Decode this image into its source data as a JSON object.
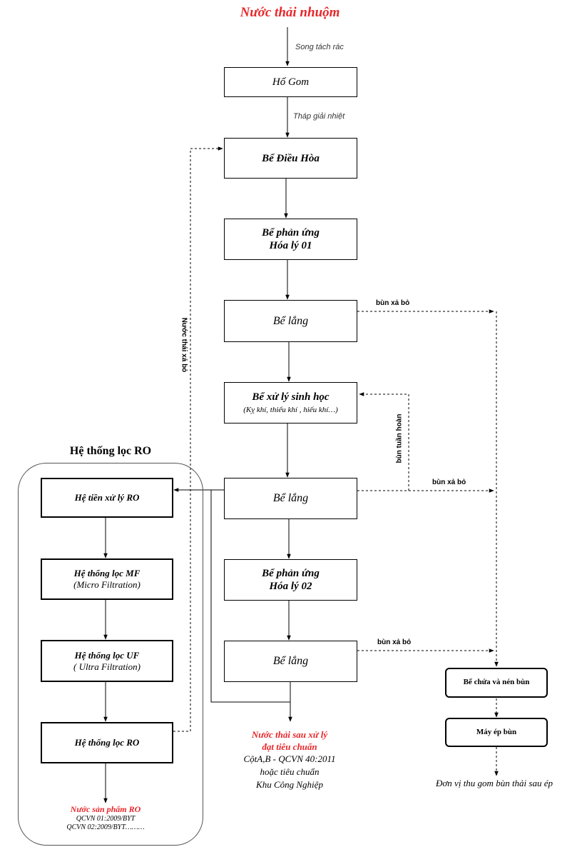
{
  "title": "Nước thải nhuộm",
  "edge_labels": {
    "screen": "Song tách rác",
    "cooling": "Tháp giải nhiệt",
    "sludge_discharge_1": "bùn xả bỏ",
    "sludge_discharge_2": "bùn xả bỏ",
    "sludge_discharge_3": "bùn xả bỏ",
    "sludge_recirculation": "bùn tuần hoàn",
    "reject_water": "Nước thải xả bỏ"
  },
  "main_line": {
    "ho_gom": "Hố Gom",
    "dieu_hoa": "Bể Điều Hòa",
    "phan_ung_1": [
      "Bể phản ứng",
      "Hóa lý 01"
    ],
    "lang_1": "Bể lắng",
    "sinh_hoc": [
      "Bể xử lý sinh học",
      "(Kỵ khí, thiếu khí , hiếu khí…)"
    ],
    "lang_2": "Bể lắng",
    "phan_ung_2": [
      "Bể phản ứng",
      "Hóa lý 02"
    ],
    "lang_3": "Bể lắng"
  },
  "output": {
    "title": [
      "Nước thải sau xử lý",
      "đạt tiêu chuẩn"
    ],
    "lines": [
      "CộtA,B - QCVN 40:2011",
      "hoặc tiêu chuẩn",
      "Khu Công Nghiệp"
    ]
  },
  "sludge_line": {
    "chua_nen": "Bể chứa và nén bùn",
    "may_ep": "Máy ép bùn",
    "final": "Đơn vị thu gom bùn thải sau ép"
  },
  "ro_system": {
    "title": "Hệ thống lọc RO",
    "tien_xu_ly": "Hệ tiền xử lý RO",
    "mf": [
      "Hệ thống lọc MF",
      "(Micro Filtration)"
    ],
    "uf": [
      "Hệ thống lọc UF",
      "( Ultra Filtration)"
    ],
    "ro": "Hệ thống lọc RO",
    "product": {
      "title": "Nước sản phẩm RO",
      "standards": [
        "QCVN 01:2009/BYT",
        "QCVN 02:2009/BYT………"
      ]
    }
  },
  "colors": {
    "accent_red": "#e8262a",
    "line": "#000000"
  }
}
